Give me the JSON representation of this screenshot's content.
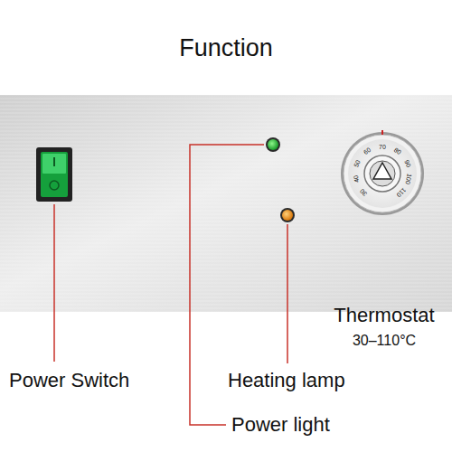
{
  "diagram": {
    "title": "Function",
    "labels": [
      "Thermostat",
      "30–110°C",
      "Power Switch",
      "Heating lamp",
      "Power light",
      "30",
      "40",
      "50",
      "60",
      "70",
      "80",
      "90",
      "100",
      "110"
    ]
  }
}
